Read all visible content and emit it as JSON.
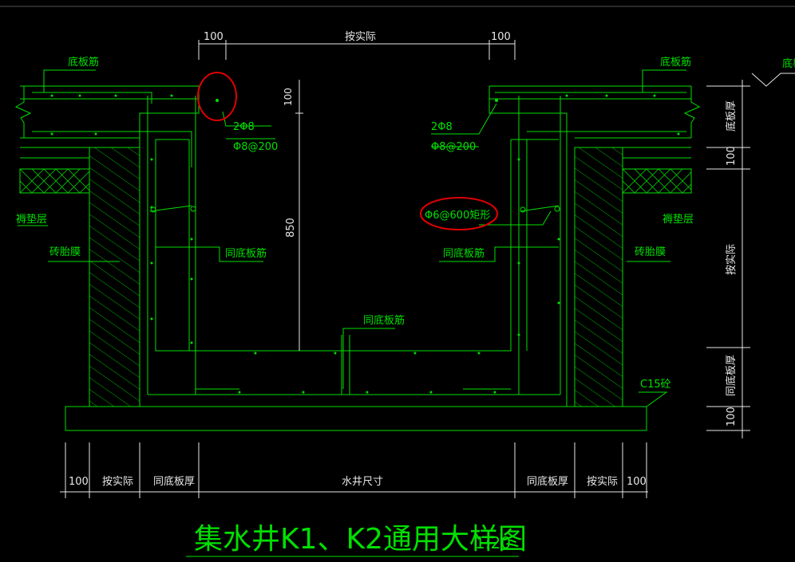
{
  "colors": {
    "background": "#000000",
    "line": "#00e000",
    "dimension": "#e8e8e8",
    "highlight": "#e00000"
  },
  "drawing": {
    "title": "集水井K1、K2通用大样图",
    "scale": "1:20",
    "labels": {
      "base_rebar_left": "底板筋",
      "base_rebar_right": "底板筋",
      "base_rebar_clip": "底板",
      "bar_2phi8_left": "2Φ8",
      "bar_phi8_200_left": "Φ8@200",
      "bar_2phi8_right": "2Φ8",
      "bar_phi8_200_right": "Φ8@200",
      "bar_phi6_600": "Φ6@600矩形",
      "cushion_left": "褥垫层",
      "cushion_right": "褥垫层",
      "brick_mold_left": "砖胎膜",
      "brick_mold_right": "砖胎膜",
      "same_rebar_left": "同底板筋",
      "same_rebar_right": "同底板筋",
      "same_rebar_center": "同底板筋",
      "concrete_c15": "C15砼"
    },
    "dims_top": [
      "100",
      "按实际",
      "100"
    ],
    "dims_bottom": [
      "100",
      "按实际",
      "同底板厚",
      "水井尺寸",
      "同底板厚",
      "按实际",
      "100"
    ],
    "dims_right": [
      "底板厚",
      "100",
      "按实际",
      "同底板厚",
      "100"
    ],
    "dims_inner": [
      "100",
      "850"
    ]
  }
}
